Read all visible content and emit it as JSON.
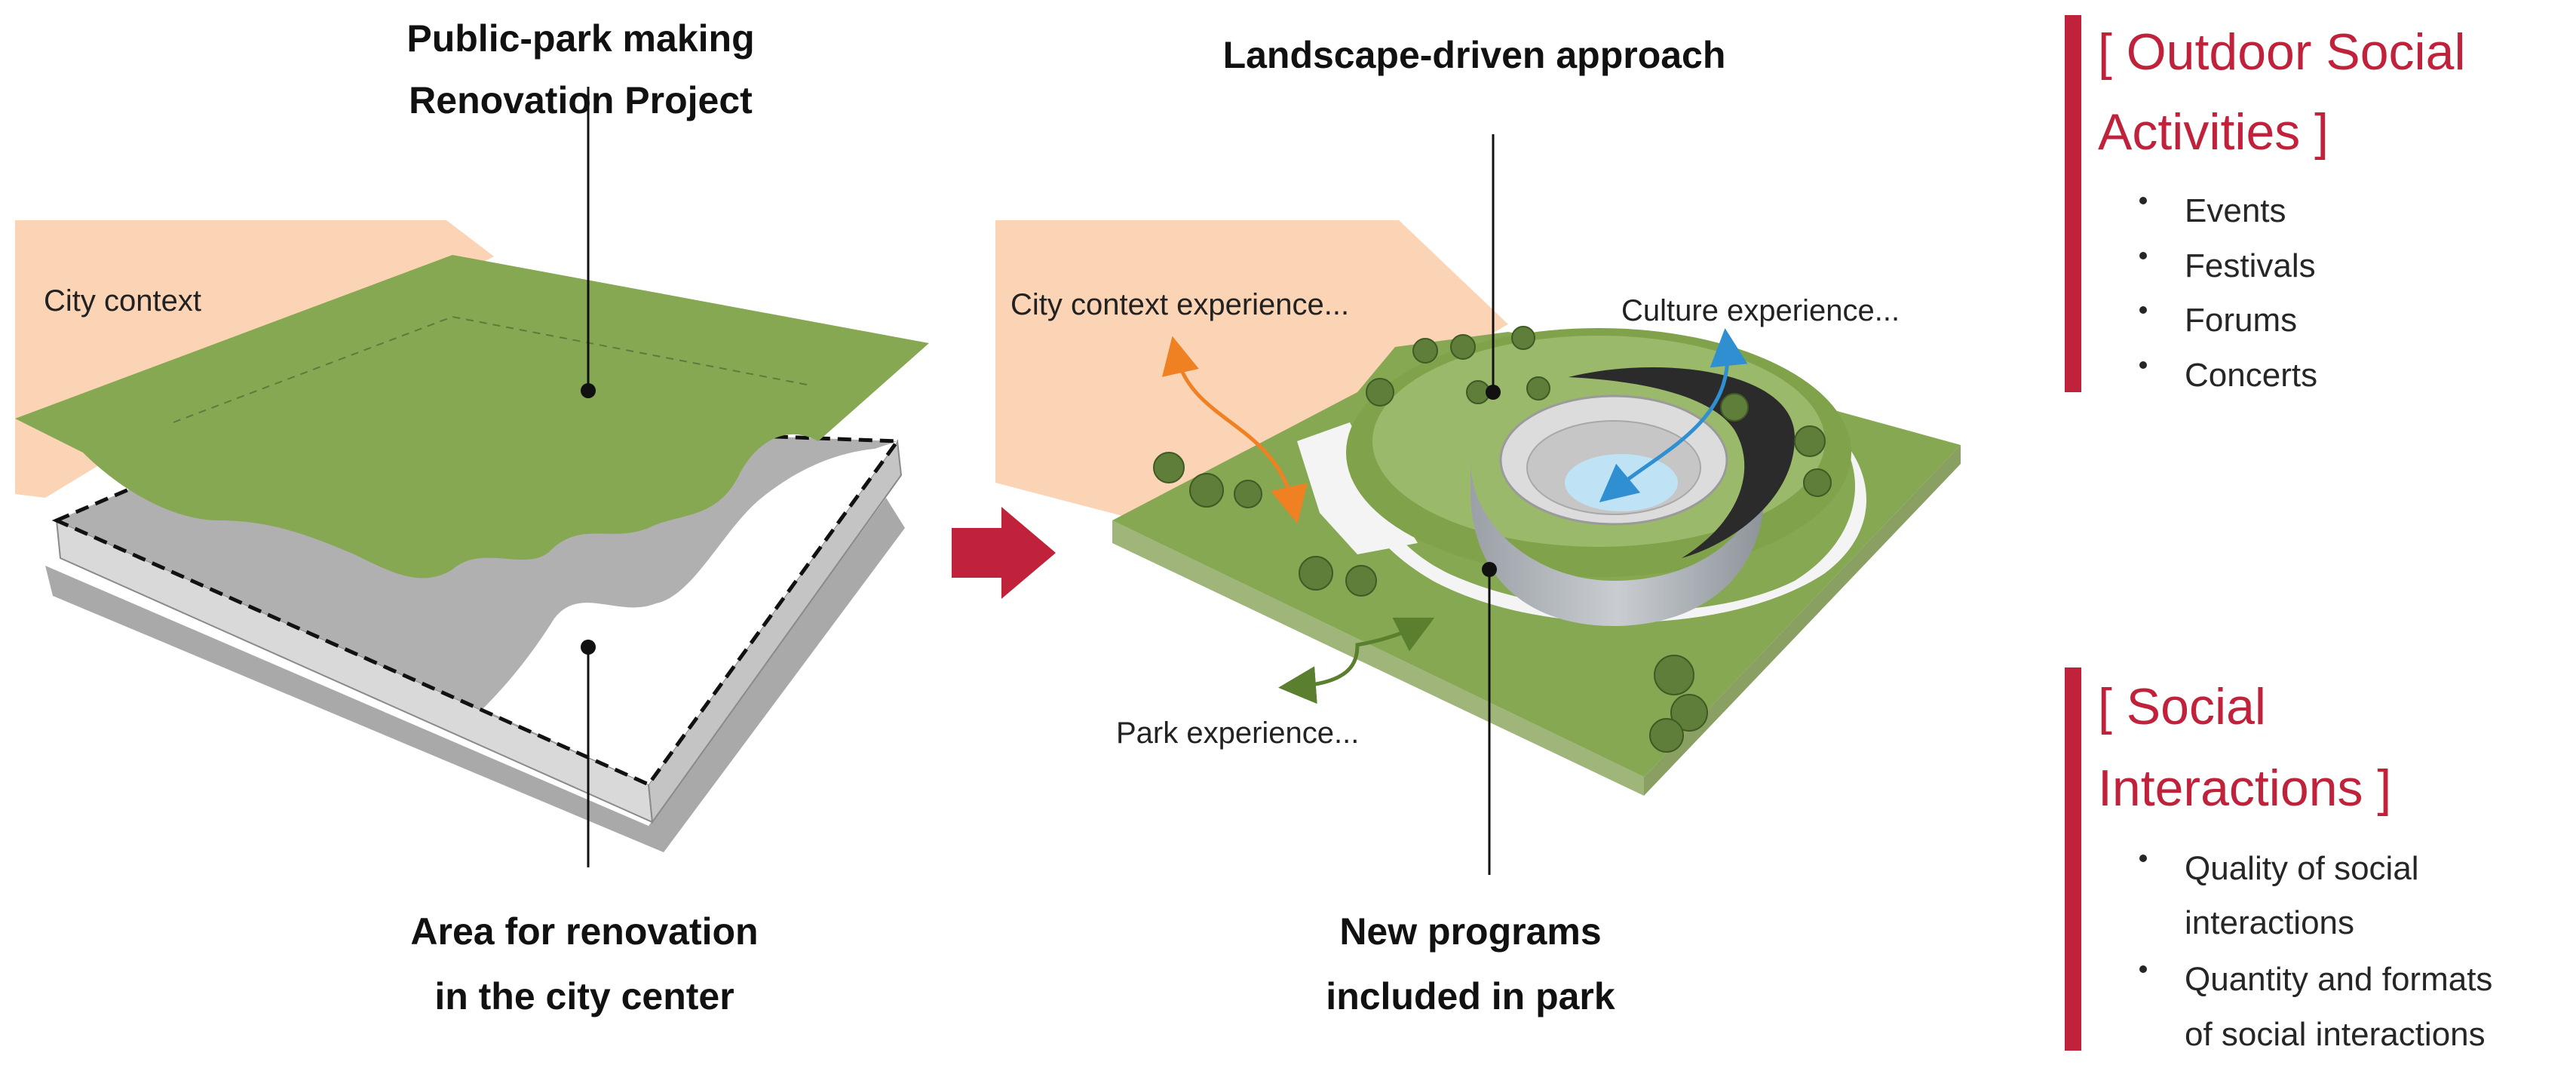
{
  "left": {
    "title_line1": "Public-park making",
    "title_line2": "Renovation Project",
    "city_context": "City context",
    "area_line1": "Area for renovation",
    "area_line2": "in the city center"
  },
  "middle": {
    "title": "Landscape-driven approach",
    "city_context_experience": "City context experience...",
    "culture_experience": "Culture experience...",
    "park_experience": "Park experience...",
    "programs_line1": "New programs",
    "programs_line2": "included in park"
  },
  "panels": [
    {
      "title_line1": "[ Outdoor Social",
      "title_line2": "Activities ]",
      "bullets": [
        [
          "Events"
        ],
        [
          "Festivals"
        ],
        [
          "Forums"
        ],
        [
          "Concerts"
        ]
      ]
    },
    {
      "title_line1": "[ Social",
      "title_line2": "Interactions ]",
      "bullets": [
        [
          "Quality of social",
          "interactions"
        ],
        [
          "Quantity and formats",
          "of social interactions"
        ]
      ]
    }
  ],
  "colors": {
    "accent_red": "#c0223b",
    "park_green": "#86a852",
    "city_peach": "#fbd3b5",
    "base_gray": "#b3b3b3",
    "arrow_orange": "#ef8122",
    "arrow_blue": "#2f8fd0",
    "arrow_green": "#5a7f2e"
  },
  "icons": {
    "process_arrow": "right-arrow-icon",
    "bullet": "bullet-dot-icon"
  }
}
